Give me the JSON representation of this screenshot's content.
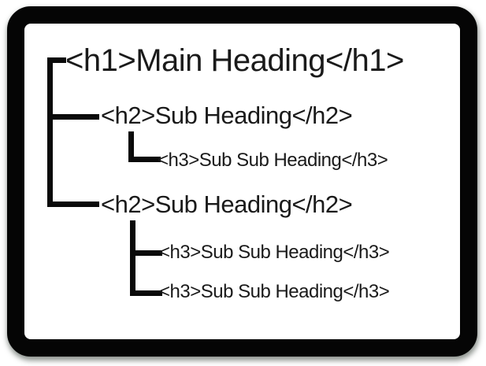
{
  "diagram": {
    "name": "html-heading-structure",
    "colors": {
      "card_border": "#050505",
      "card_background": "#ffffff",
      "text": "#1a1a1a",
      "connector": "#0a0a0a"
    },
    "nodes": [
      {
        "id": "h1",
        "level": 1,
        "label": "<h1>Main Heading</h1>"
      },
      {
        "id": "h2a",
        "level": 2,
        "label": "<h2>Sub Heading</h2>",
        "parent": "h1"
      },
      {
        "id": "h3a",
        "level": 3,
        "label": "<h3>Sub Sub Heading</h3>",
        "parent": "h2a"
      },
      {
        "id": "h2b",
        "level": 2,
        "label": "<h2>Sub Heading</h2>",
        "parent": "h1"
      },
      {
        "id": "h3b",
        "level": 3,
        "label": "<h3>Sub Sub Heading</h3>",
        "parent": "h2b"
      },
      {
        "id": "h3c",
        "level": 3,
        "label": "<h3>Sub Sub Heading</h3>",
        "parent": "h2b"
      }
    ]
  }
}
